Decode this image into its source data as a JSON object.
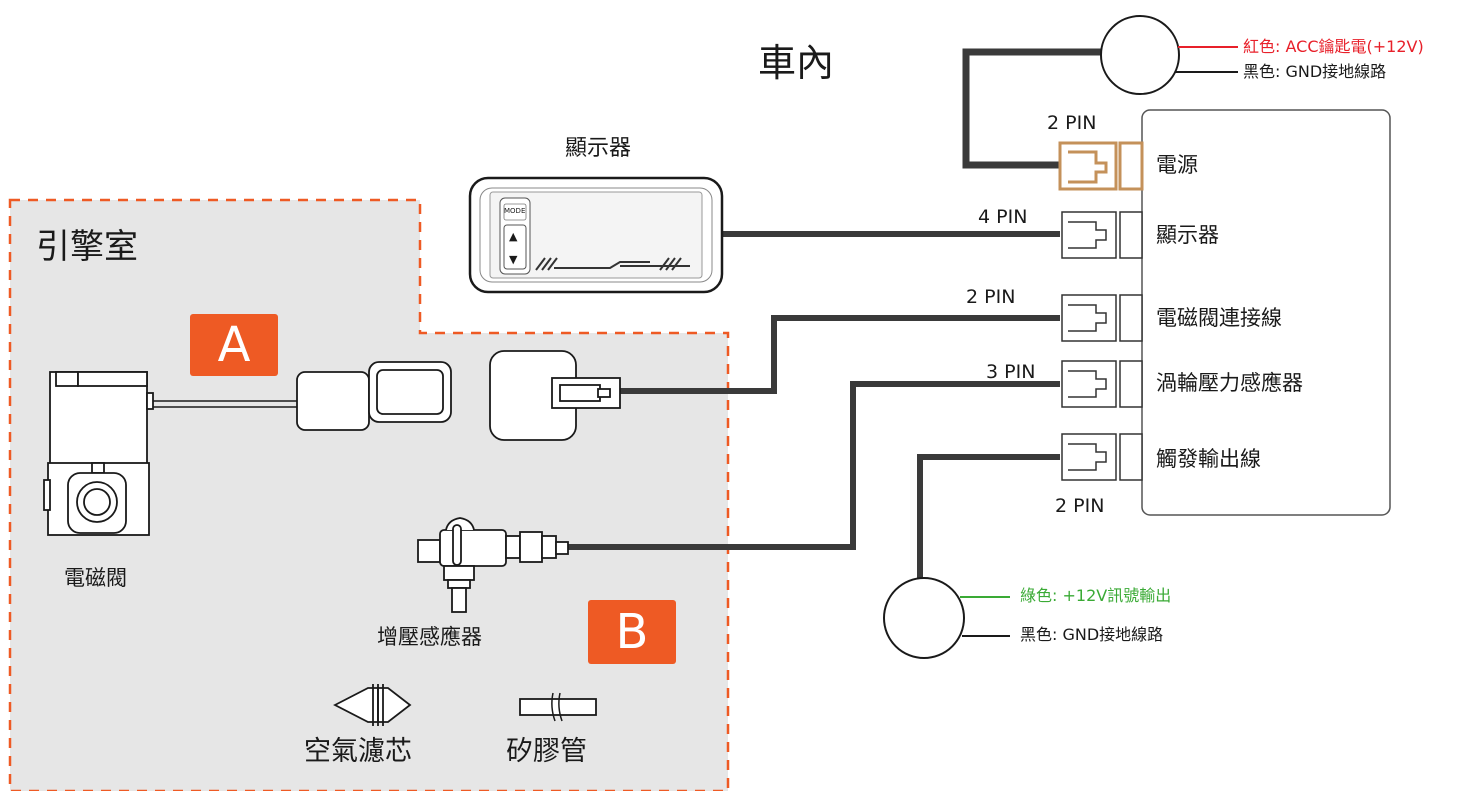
{
  "title_inside": "車內",
  "engine_bay_label": "引擎室",
  "badges": {
    "a": "A",
    "b": "B"
  },
  "display": {
    "title": "顯示器",
    "mode_button": "MODE",
    "up_arrow": "▲",
    "down_arrow": "▼"
  },
  "controller": {
    "ports": [
      {
        "pin": "2 PIN",
        "label": "電源"
      },
      {
        "pin": "4 PIN",
        "label": "顯示器"
      },
      {
        "pin": "2 PIN",
        "label": "電磁閥連接線"
      },
      {
        "pin": "3 PIN",
        "label": "渦輪壓力感應器"
      },
      {
        "pin": "2 PIN",
        "label": "觸發輸出線"
      }
    ]
  },
  "power_legend": {
    "red": "紅色: ACC鑰匙電(+12V)",
    "black": "黑色: GND接地線路"
  },
  "trigger_legend": {
    "green": "綠色: +12V訊號輸出",
    "black": "黑色: GND接地線路"
  },
  "parts": {
    "solenoid": "電磁閥",
    "boost_sensor": "增壓感應器",
    "air_filter": "空氣濾芯",
    "silicone_hose": "矽膠管"
  },
  "colors": {
    "accent": "#ee5a24",
    "engine_bg": "#e6e6e6",
    "wire": "#3a3a3a",
    "red_wire": "#e8202a",
    "green_wire": "#3aaa35",
    "power_connector": "#c4915a"
  }
}
